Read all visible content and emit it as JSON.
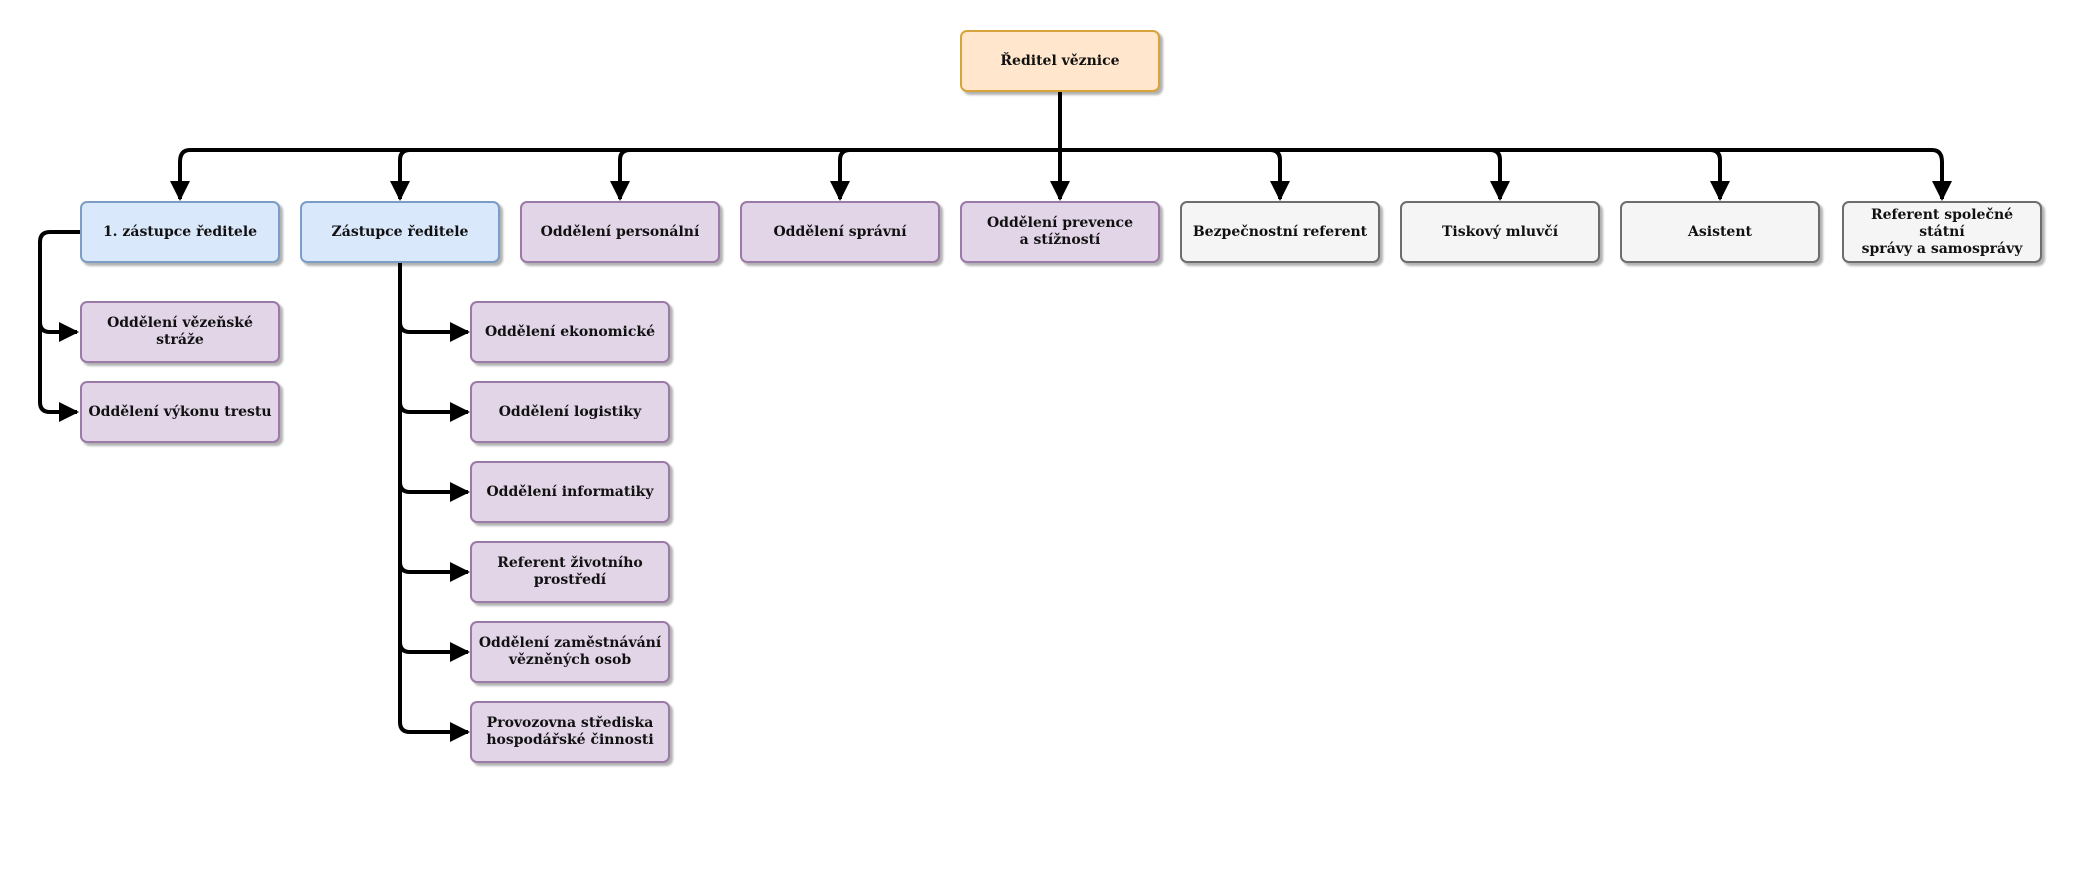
{
  "diagram": {
    "root": {
      "label": "Ředitel věznice",
      "color": "#ffe6cc"
    },
    "level1": [
      {
        "id": "deputy1",
        "label": "1. zástupce ředitele",
        "style": "blue"
      },
      {
        "id": "deputy",
        "label": "Zástupce ředitele",
        "style": "blue"
      },
      {
        "id": "personnel",
        "label": "Oddělení personální",
        "style": "purple"
      },
      {
        "id": "administrative",
        "label": "Oddělení správní",
        "style": "purple"
      },
      {
        "id": "prevention",
        "label": "Oddělení prevence\na stížností",
        "style": "purple"
      },
      {
        "id": "security",
        "label": "Bezpečnostní referent",
        "style": "gray"
      },
      {
        "id": "press",
        "label": "Tiskový mluvčí",
        "style": "gray"
      },
      {
        "id": "assistant",
        "label": "Asistent",
        "style": "gray"
      },
      {
        "id": "state-admin",
        "label": "Referent společné státní\nsprávy a samosprávy",
        "style": "gray"
      }
    ],
    "deputy1_children": [
      {
        "label": "Oddělení vězeňské stráže"
      },
      {
        "label": "Oddělení výkonu trestu"
      }
    ],
    "deputy_children": [
      {
        "label": "Oddělení ekonomické"
      },
      {
        "label": "Oddělení logistiky"
      },
      {
        "label": "Oddělení informatiky"
      },
      {
        "label": "Referent životního prostředí"
      },
      {
        "label": "Oddělení zaměstnávání\nvězněných osob"
      },
      {
        "label": "Provozovna střediska\nhospodářské činnosti"
      }
    ]
  }
}
